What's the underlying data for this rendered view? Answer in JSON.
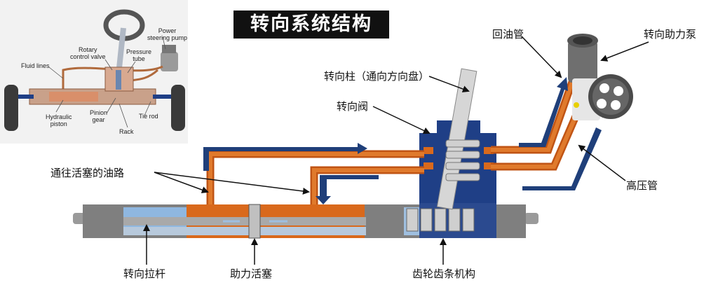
{
  "title": "转向系统结构",
  "labels": {
    "return_pipe": "回油管",
    "pump": "转向助力泵",
    "column": "转向柱（通向方向盘）",
    "valve": "转向阀",
    "oil_path": "通往活塞的油路",
    "high_pressure_pipe": "高压管",
    "tie_rod": "转向拉杆",
    "piston": "助力活塞",
    "rack_pinion": "齿轮齿条机构"
  },
  "inset": {
    "power_steering_pump": "Power\nsteering pump",
    "rotary_valve": "Rotary\ncontrol valve",
    "pressure_tube": "Pressure\ntube",
    "fluid_lines": "Fluid lines",
    "hydraulic_piston": "Hydraulic\npiston",
    "pinion_gear": "Pinion\ngear",
    "rack": "Rack",
    "tie_rod": "Tie rod"
  },
  "colors": {
    "oil": "#d9691c",
    "body": "#7f7f7f",
    "valve": "#1f3f86",
    "fluid": "#8fb7e0",
    "arrow": "#1f3f7a"
  }
}
